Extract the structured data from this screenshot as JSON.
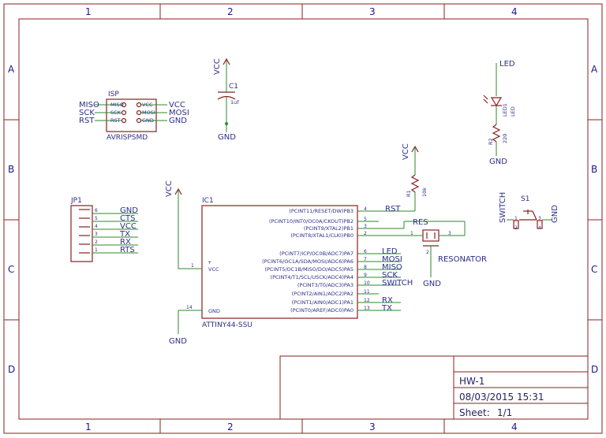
{
  "frame": {
    "columns": [
      "1",
      "2",
      "3",
      "4"
    ],
    "rows": [
      "A",
      "B",
      "C",
      "D"
    ]
  },
  "title_block": {
    "name": "HW-1",
    "date": "08/03/2015 15:31",
    "sheet_label": "Sheet:",
    "sheet_value": "1/1"
  },
  "isp": {
    "ref": "ISP",
    "value": "AVRISPSMD",
    "left_nets": [
      "MISO",
      "SCK",
      "RST"
    ],
    "left_pins": [
      "MISO",
      "SCK",
      "RST"
    ],
    "right_pins": [
      "VCC",
      "MOSI",
      "GND"
    ],
    "right_nets": [
      "VCC",
      "MOSI",
      "GND"
    ]
  },
  "c1": {
    "ref": "C1",
    "value": "1uf",
    "top_net": "VCC",
    "bottom_net": "GND"
  },
  "led": {
    "net": "LED",
    "ref": "LED1",
    "value": "LED",
    "resistor_ref": "R2",
    "resistor_value": "220",
    "gnd": "GND"
  },
  "r1": {
    "ref": "R1",
    "value": "10k",
    "top_net": "VCC",
    "net": "RST"
  },
  "s1": {
    "ref": "S1",
    "net": "SWITCH",
    "gnd": "GND",
    "pins": [
      "1",
      "2",
      "3",
      "4"
    ]
  },
  "jp1": {
    "ref": "JP1",
    "pins": [
      "6",
      "5",
      "4",
      "3",
      "2",
      "1"
    ],
    "nets": [
      "GND",
      "CTS",
      "VCC",
      "TX",
      "RX",
      "RTS"
    ]
  },
  "ic1": {
    "ref": "IC1",
    "value": "ATTINY44-SSU",
    "left_vcc_net": "VCC",
    "left_gnd_net": "GND",
    "vcc_pin": "1",
    "vcc_label": "VCC",
    "gnd_pin": "14",
    "gnd_label": "GND",
    "plus": "+",
    "right_pins": [
      {
        "label": "(PCINT11/RESET/DW)PB3",
        "num": "4",
        "net": "RST"
      },
      {
        "label": "(PCINT10/INT0/OC0A/CKOUT)PB2",
        "num": "5",
        "net": ""
      },
      {
        "label": "(PCINT9/XTAL2)PB1",
        "num": "3",
        "net": ""
      },
      {
        "label": "(PCINT8/XTAL1/CLKI)PB0",
        "num": "2",
        "net": ""
      },
      {
        "label": "(PCINT7/ICP/OC0B/ADC7)PA7",
        "num": "6",
        "net": "LED"
      },
      {
        "label": "(PCINT6/OC1A/SDA/MOSI/ADC6)PA6",
        "num": "7",
        "net": "MOSI"
      },
      {
        "label": "(PCINT5/OC1B/MISO/DO/ADC5)PA5",
        "num": "8",
        "net": "MISO"
      },
      {
        "label": "(PCINT4/T1/SCL/USCK/ADC4)PA4",
        "num": "9",
        "net": "SCK"
      },
      {
        "label": "(PCINT3/T0/ADC3)PA3",
        "num": "10",
        "net": "SWITCH"
      },
      {
        "label": "(PCINT2/AIN1/ADC2)PA2",
        "num": "11",
        "net": ""
      },
      {
        "label": "(PCINT1/AIN0/ADC1)PA1",
        "num": "12",
        "net": "RX"
      },
      {
        "label": "(PCINT0/AREF/ADC0)PA0",
        "num": "13",
        "net": "TX"
      }
    ]
  },
  "res": {
    "ref": "RES",
    "value": "RESONATOR",
    "gnd": "GND",
    "pins": [
      "1",
      "2",
      "3"
    ]
  }
}
